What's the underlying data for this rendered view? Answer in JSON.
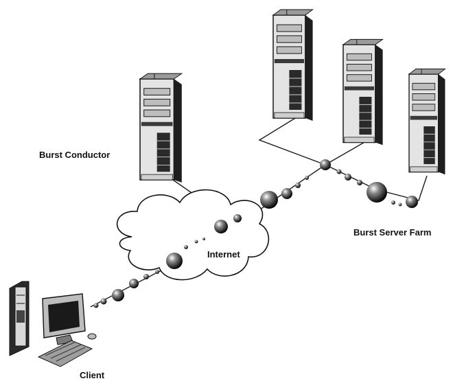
{
  "labels": {
    "conductor": "Burst Conductor",
    "server_farm": "Burst Server Farm",
    "internet": "Internet",
    "client": "Client"
  },
  "colors": {
    "background": "#ffffff",
    "ink": "#111111",
    "server_body": "#e6e6e6",
    "server_shade": "#2a2a2a",
    "cloud_fill": "#ffffff"
  },
  "icons": {
    "server": "tower-server-icon",
    "client": "desktop-computer-icon",
    "network": "cloud-icon",
    "packet": "sphere-icon"
  }
}
